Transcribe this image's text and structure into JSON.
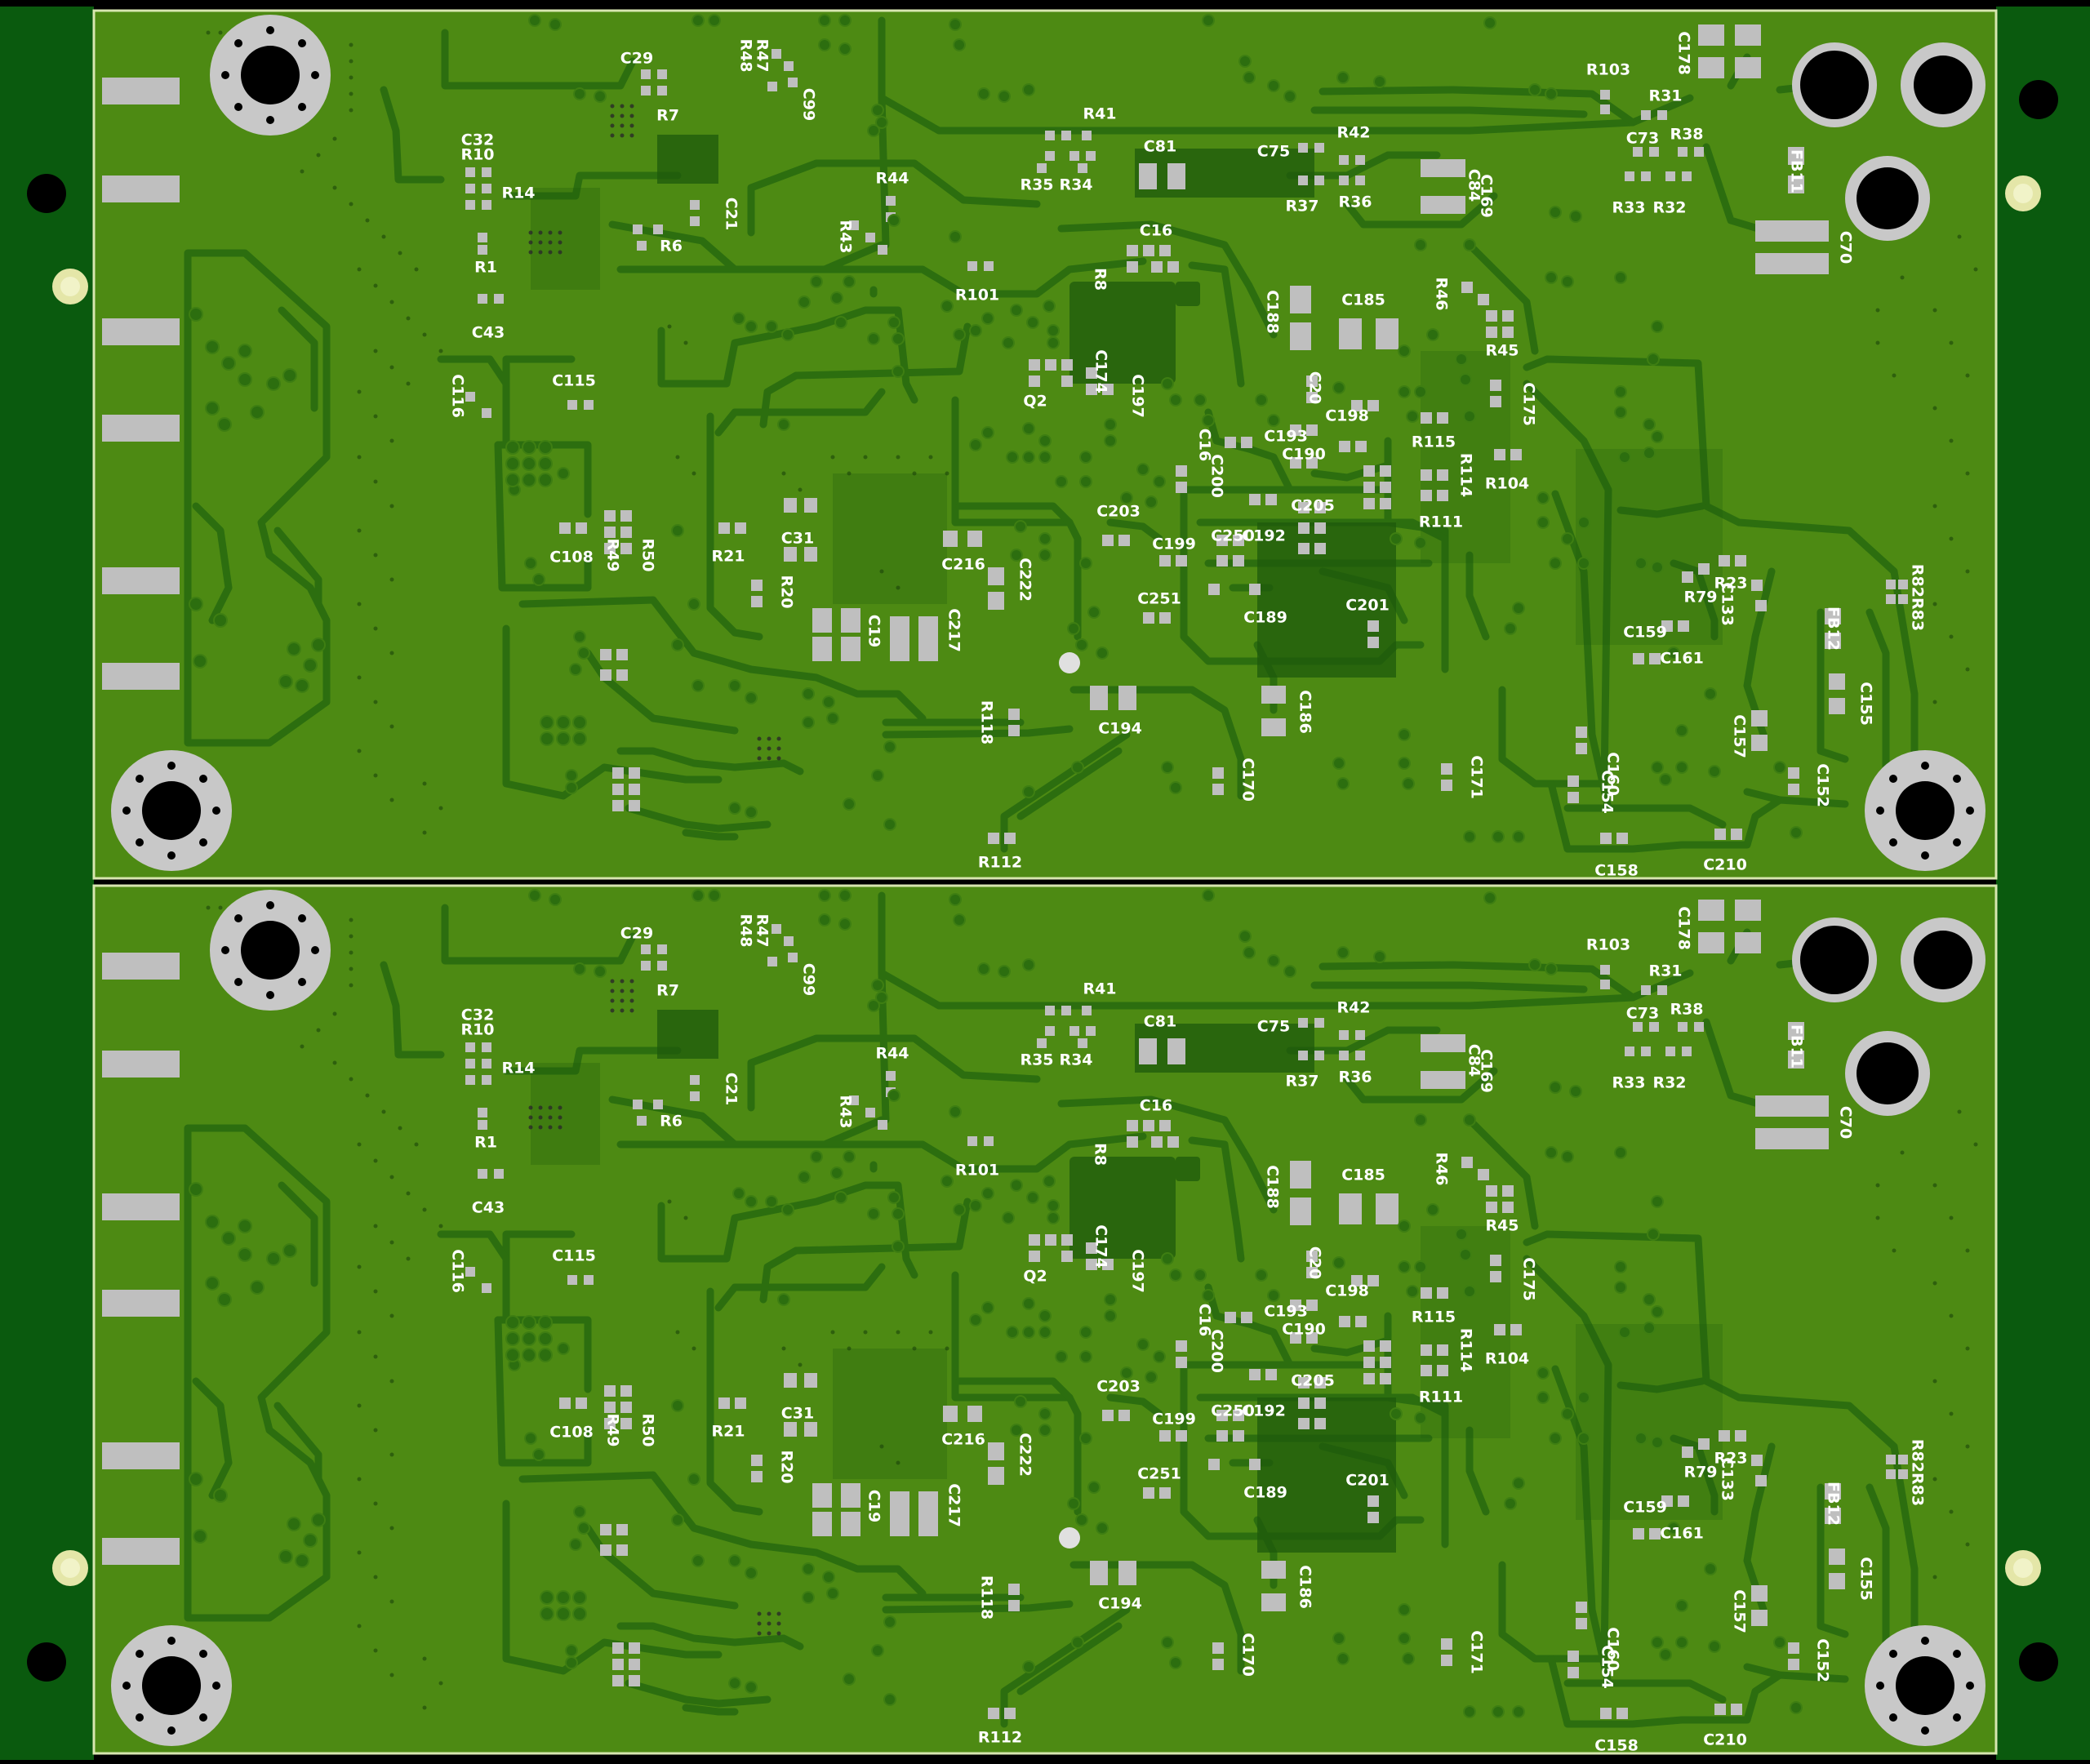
{
  "colors": {
    "background": "#000000",
    "rail": "#0a5a0e",
    "board": "#4d8a13",
    "trace": "#2c6e0f",
    "fill": "#1e5a0c",
    "outline": "#d8e6b0",
    "pad": "#bfbfbf",
    "silkscreen": "#ffffff",
    "fiducial": "#e4e6a8"
  },
  "labels": [
    [
      "C29",
      780,
      72,
      0
    ],
    [
      "R7",
      818,
      142,
      0
    ],
    [
      "R48",
      913,
      68,
      90
    ],
    [
      "R47",
      933,
      68,
      90
    ],
    [
      "C99",
      990,
      128,
      90
    ],
    [
      "C32",
      585,
      172,
      0
    ],
    [
      "R10",
      585,
      190,
      0
    ],
    [
      "R14",
      635,
      237,
      0
    ],
    [
      "C21",
      895,
      262,
      90
    ],
    [
      "R6",
      822,
      302,
      0
    ],
    [
      "R1",
      595,
      328,
      0
    ],
    [
      "C43",
      598,
      408,
      0
    ],
    [
      "R44",
      1093,
      219,
      0
    ],
    [
      "R43",
      1035,
      290,
      90
    ],
    [
      "R101",
      1197,
      362,
      0
    ],
    [
      "R41",
      1347,
      140,
      0
    ],
    [
      "R35",
      1270,
      227,
      0
    ],
    [
      "R34",
      1318,
      227,
      0
    ],
    [
      "C81",
      1421,
      180,
      0
    ],
    [
      "C16",
      1416,
      283,
      0
    ],
    [
      "R8",
      1347,
      342,
      90
    ],
    [
      "C75",
      1560,
      186,
      0
    ],
    [
      "R42",
      1658,
      163,
      0
    ],
    [
      "R37",
      1595,
      253,
      0
    ],
    [
      "R36",
      1660,
      248,
      0
    ],
    [
      "C84",
      1805,
      227,
      90
    ],
    [
      "C169",
      1820,
      240,
      90
    ],
    [
      "R103",
      1970,
      86,
      0
    ],
    [
      "R31",
      2040,
      118,
      0
    ],
    [
      "C73",
      2012,
      170,
      0
    ],
    [
      "R38",
      2066,
      165,
      0
    ],
    [
      "R33",
      1995,
      255,
      0
    ],
    [
      "R32",
      2045,
      255,
      0
    ],
    [
      "C178",
      2062,
      65,
      90
    ],
    [
      "FB11",
      2200,
      210,
      90
    ],
    [
      "C70",
      2260,
      303,
      90
    ],
    [
      "C188",
      1558,
      382,
      90
    ],
    [
      "C185",
      1670,
      368,
      0
    ],
    [
      "R46",
      1765,
      360,
      90
    ],
    [
      "R45",
      1840,
      430,
      0
    ],
    [
      "C175",
      1872,
      495,
      90
    ],
    [
      "C116",
      560,
      485,
      90
    ],
    [
      "C115",
      703,
      467,
      0
    ],
    [
      "C174",
      1348,
      455,
      90
    ],
    [
      "C197",
      1393,
      485,
      90
    ],
    [
      "Q2",
      1268,
      492,
      0
    ],
    [
      "C20",
      1610,
      475,
      90
    ],
    [
      "C198",
      1650,
      510,
      0
    ],
    [
      "C193",
      1575,
      535,
      0
    ],
    [
      "C190",
      1597,
      557,
      0
    ],
    [
      "R115",
      1756,
      542,
      0
    ],
    [
      "R114",
      1795,
      582,
      90
    ],
    [
      "R104",
      1846,
      593,
      0
    ],
    [
      "C16",
      1475,
      545,
      90
    ],
    [
      "C200",
      1490,
      583,
      90
    ],
    [
      "C205",
      1608,
      620,
      0
    ],
    [
      "R111",
      1765,
      640,
      0
    ],
    [
      "C203",
      1370,
      627,
      0
    ],
    [
      "C199",
      1438,
      667,
      0
    ],
    [
      "C250",
      1510,
      657,
      0
    ],
    [
      "C192",
      1548,
      657,
      0
    ],
    [
      "R49",
      750,
      680,
      90
    ],
    [
      "R50",
      793,
      680,
      90
    ],
    [
      "C108",
      700,
      683,
      0
    ],
    [
      "R21",
      892,
      682,
      0
    ],
    [
      "C31",
      977,
      660,
      0
    ],
    [
      "R20",
      963,
      725,
      90
    ],
    [
      "C216",
      1180,
      692,
      0
    ],
    [
      "C222",
      1255,
      710,
      90
    ],
    [
      "C251",
      1420,
      734,
      0
    ],
    [
      "C189",
      1550,
      757,
      0
    ],
    [
      "C201",
      1675,
      742,
      0
    ],
    [
      "C19",
      1070,
      773,
      90
    ],
    [
      "C217",
      1168,
      772,
      90
    ],
    [
      "R79",
      2083,
      732,
      0
    ],
    [
      "R23",
      2120,
      715,
      0
    ],
    [
      "C133",
      2115,
      740,
      90
    ],
    [
      "R82R83",
      2348,
      732,
      90
    ],
    [
      "C159",
      2015,
      775,
      0
    ],
    [
      "C161",
      2060,
      807,
      0
    ],
    [
      "FB12",
      2245,
      770,
      90
    ],
    [
      "C155",
      2285,
      862,
      90
    ],
    [
      "C186",
      1598,
      872,
      90
    ],
    [
      "C194",
      1372,
      893,
      0
    ],
    [
      "R118",
      1208,
      885,
      90
    ],
    [
      "C157",
      2130,
      902,
      90
    ],
    [
      "C160",
      1975,
      948,
      90
    ],
    [
      "C154",
      1968,
      970,
      90
    ],
    [
      "C170",
      1528,
      955,
      90
    ],
    [
      "C171",
      1808,
      952,
      90
    ],
    [
      "C152",
      2232,
      962,
      90
    ],
    [
      "R112",
      1225,
      1057,
      0
    ],
    [
      "C158",
      1980,
      1067,
      0
    ],
    [
      "C210",
      2113,
      1060,
      0
    ]
  ]
}
